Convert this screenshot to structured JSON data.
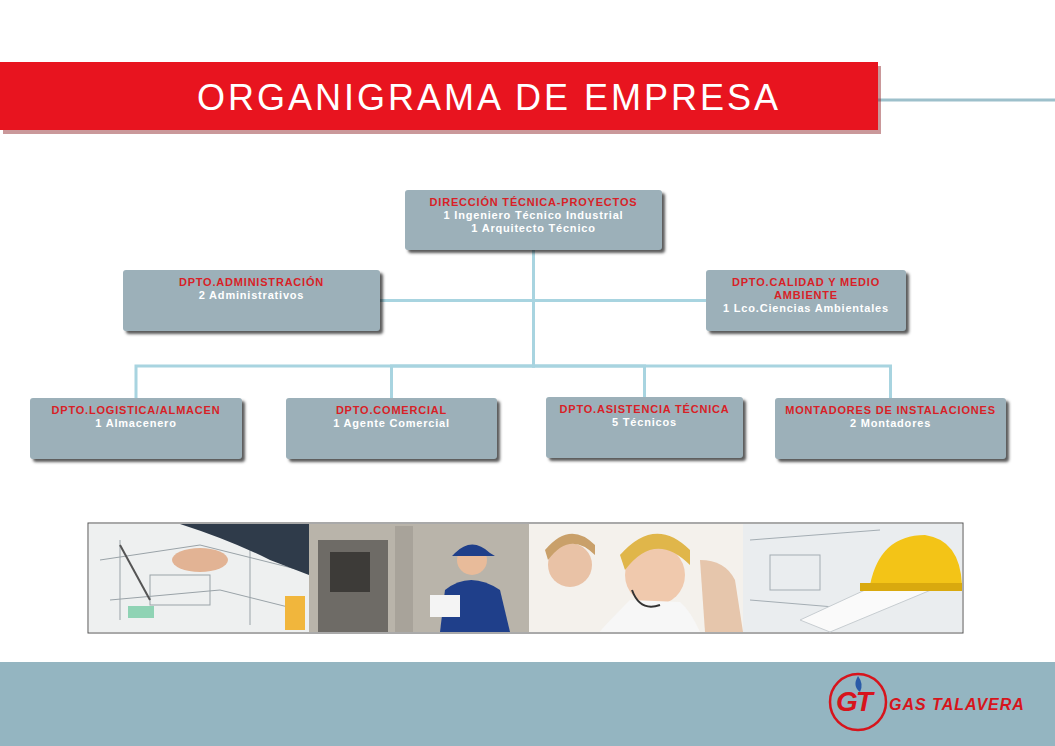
{
  "diagram": {
    "title": "ORGANIGRAMA DE EMPRESA",
    "nodes": [
      {
        "text": [
          "DIRECCIÓN TÉCNICA-PROYECTOS",
          "1 Ingeniero Técnico Industrial",
          "1 Arquitecto Técnico"
        ]
      },
      {
        "text": [
          "DPTO.ADMINISTRACIÓN",
          "2 Administrativos"
        ]
      },
      {
        "text": [
          "DPTO.CALIDAD Y MEDIO AMBIENTE",
          "1 Lco.Ciencias Ambientales"
        ]
      },
      {
        "text": [
          "DPTO.LOGISTICA/ALMACEN",
          "1 Almacenero"
        ]
      },
      {
        "text": [
          "DPTO.COMERCIAL",
          "1 Agente Comercial"
        ]
      },
      {
        "text": [
          "DPTO.ASISTENCIA TÉCNICA",
          "5 Técnicos"
        ]
      },
      {
        "text": [
          "MONTADORES DE INSTALACIONES",
          "2 Montadores"
        ]
      }
    ],
    "edges": [
      {
        "from": 0,
        "to": 1,
        "arrow": "none"
      },
      {
        "from": 0,
        "to": 2,
        "arrow": "none"
      },
      {
        "from": 0,
        "to": 3,
        "arrow": "none"
      },
      {
        "from": 0,
        "to": 4,
        "arrow": "none"
      },
      {
        "from": 0,
        "to": 5,
        "arrow": "none"
      },
      {
        "from": 0,
        "to": 6,
        "arrow": "none"
      }
    ],
    "labels": [
      "GT",
      "GAS TALAVERA"
    ]
  }
}
